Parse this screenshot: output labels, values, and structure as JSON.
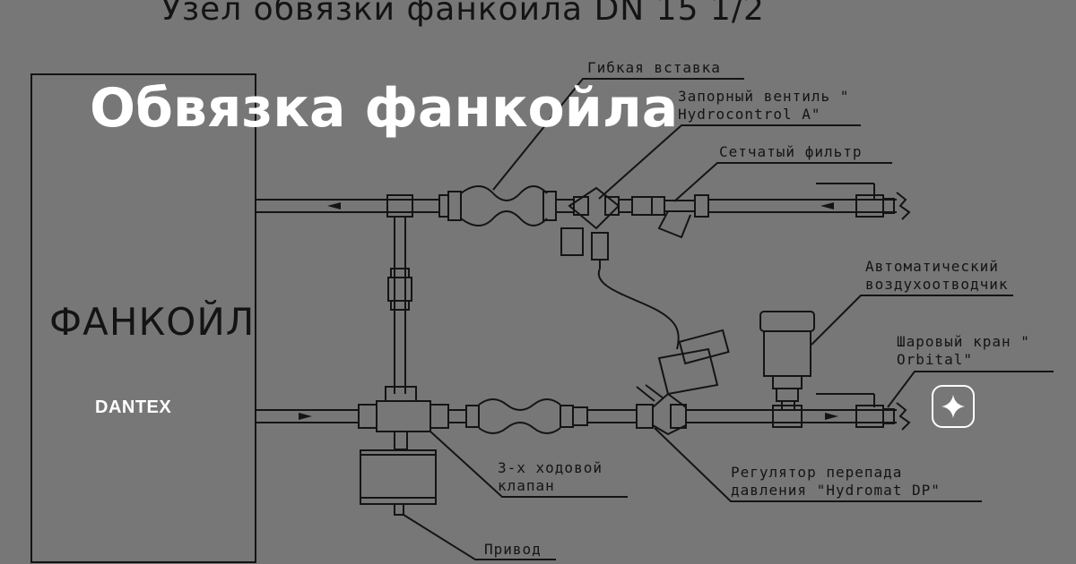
{
  "diagram": {
    "doc_title": "Узел обвязки фанкойла DN 15 1/2",
    "headline": "Обвязка фанкойла",
    "unit_label": "ФАНКОЙЛ",
    "brand": "DANTEX",
    "labels": {
      "flex_insert": "Гибкая вставка",
      "shutoff_valve_line1": "Запорный вентиль \"",
      "shutoff_valve_line2": "Hydrocontrol A\"",
      "strainer": "Сетчатый фильтр",
      "air_vent_line1": "Автоматический",
      "air_vent_line2": "воздухоотводчик",
      "ball_valve_line1": "Шаровый кран \"",
      "ball_valve_line2": "Orbital\"",
      "three_way_line1": "3-х ходовой",
      "three_way_line2": "клапан",
      "dp_regulator_line1": "Регулятор перепада",
      "dp_regulator_line2": "давления \"Hydromat DP\"",
      "actuator": "Привод"
    },
    "icon": "sparkle-icon",
    "colors": {
      "background": "#777777",
      "line": "#141414",
      "headline": "#ffffff"
    }
  }
}
